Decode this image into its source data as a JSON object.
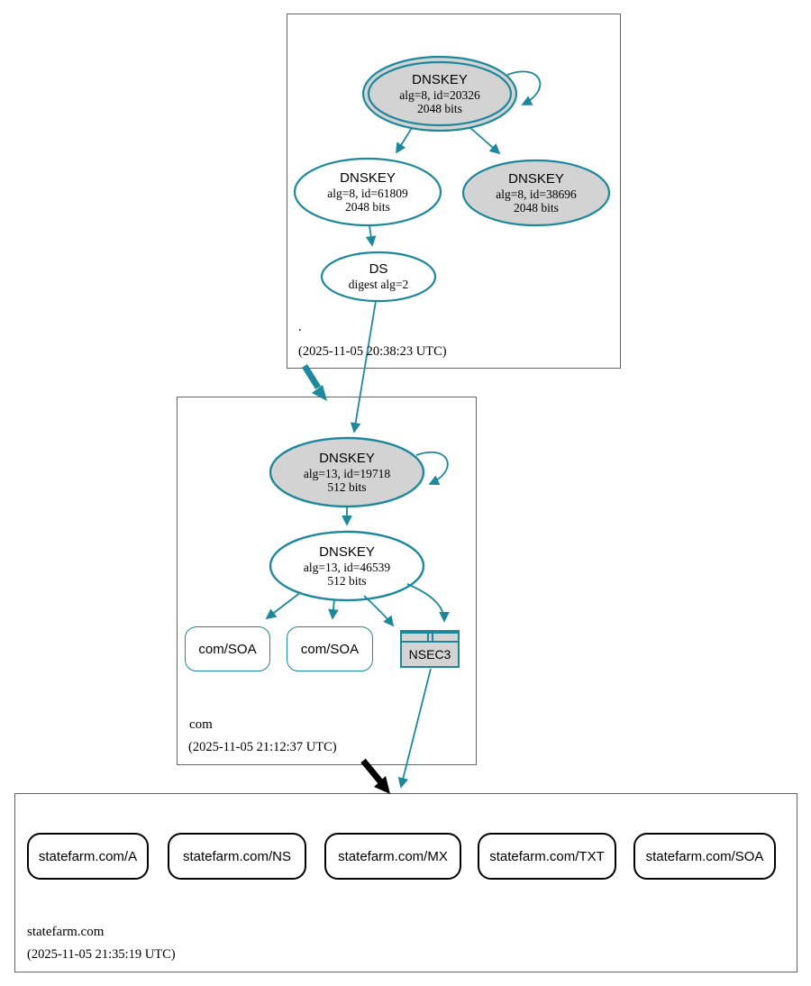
{
  "colors": {
    "teal": "#1d879c",
    "node_fill_gray": "#d3d3d3",
    "node_fill_white": "#ffffff",
    "zone_border": "#636363",
    "black": "#000000"
  },
  "root_zone": {
    "name": ".",
    "timestamp": "(2025-11-05 20:38:23 UTC)",
    "ksk": {
      "title": "DNSKEY",
      "line1": "alg=8, id=20326",
      "line2": "2048 bits"
    },
    "zsk": {
      "title": "DNSKEY",
      "line1": "alg=8, id=61809",
      "line2": "2048 bits"
    },
    "key2": {
      "title": "DNSKEY",
      "line1": "alg=8, id=38696",
      "line2": "2048 bits"
    },
    "ds": {
      "title": "DS",
      "line1": "digest alg=2"
    }
  },
  "com_zone": {
    "name": "com",
    "timestamp": "(2025-11-05 21:12:37 UTC)",
    "ksk": {
      "title": "DNSKEY",
      "line1": "alg=13, id=19718",
      "line2": "512 bits"
    },
    "zsk": {
      "title": "DNSKEY",
      "line1": "alg=13, id=46539",
      "line2": "512 bits"
    },
    "soa1": "com/SOA",
    "soa2": "com/SOA",
    "nsec3": "NSEC3"
  },
  "statefarm_zone": {
    "name": "statefarm.com",
    "timestamp": "(2025-11-05 21:35:19 UTC)",
    "rrsets": [
      "statefarm.com/A",
      "statefarm.com/NS",
      "statefarm.com/MX",
      "statefarm.com/TXT",
      "statefarm.com/SOA"
    ]
  }
}
